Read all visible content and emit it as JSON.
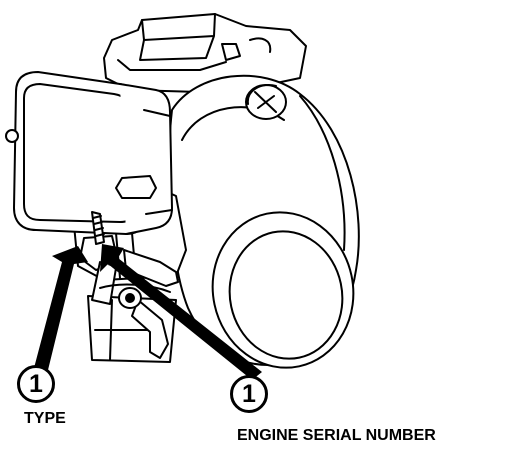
{
  "callouts": {
    "type": {
      "number": "1",
      "label": "TYPE"
    },
    "serial": {
      "number": "1",
      "label": "ENGINE SERIAL NUMBER"
    }
  },
  "colors": {
    "line": "#000000",
    "fill": "#ffffff"
  },
  "icons": {
    "engine": "engine-illustration",
    "pointer": "callout-arrow"
  }
}
